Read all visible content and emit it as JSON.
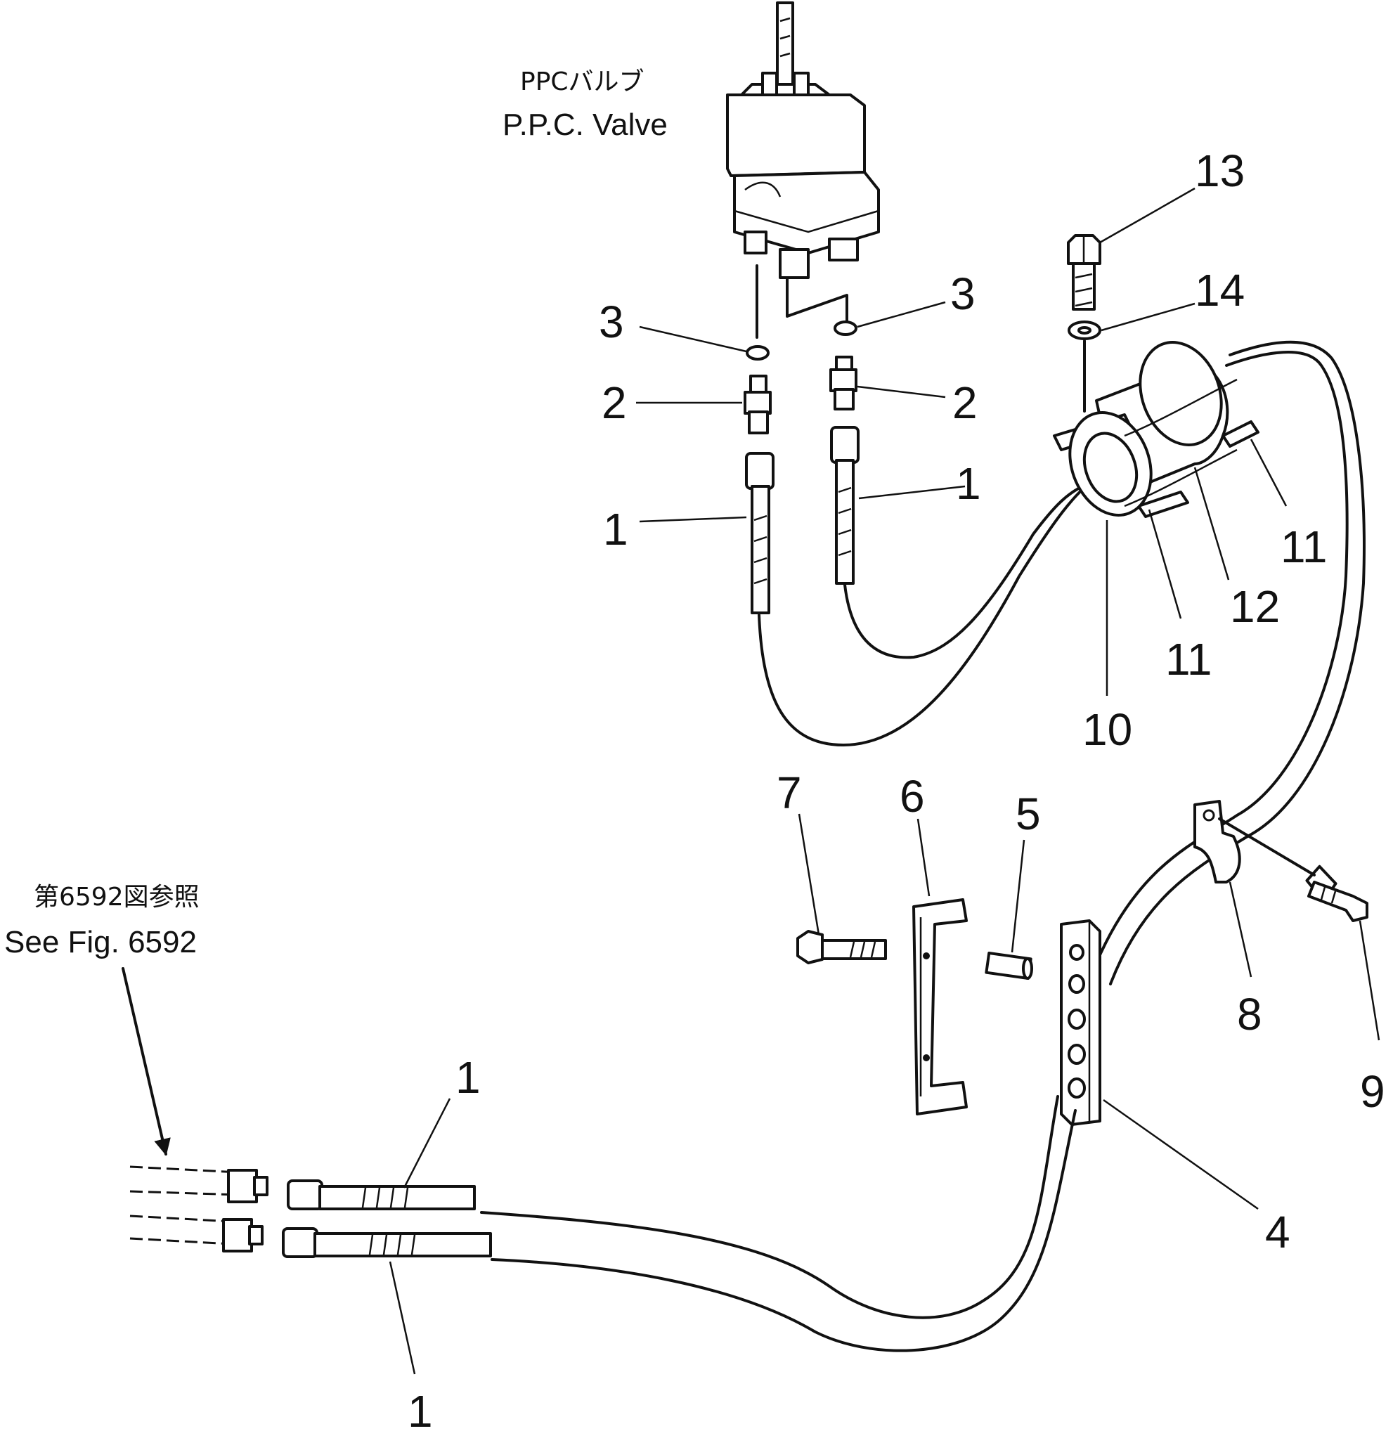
{
  "callouts": {
    "ppc_jp": "PPCバルブ",
    "ppc_en": "P.P.C. Valve",
    "see_jp": "第6592図参照",
    "see_en": "See Fig. 6592"
  },
  "parts": [
    {
      "id": "p1a",
      "number": "1"
    },
    {
      "id": "p1b",
      "number": "1"
    },
    {
      "id": "p1c",
      "number": "1"
    },
    {
      "id": "p1d",
      "number": "1"
    },
    {
      "id": "p2a",
      "number": "2"
    },
    {
      "id": "p2b",
      "number": "2"
    },
    {
      "id": "p3a",
      "number": "3"
    },
    {
      "id": "p3b",
      "number": "3"
    },
    {
      "id": "p4",
      "number": "4"
    },
    {
      "id": "p5",
      "number": "5"
    },
    {
      "id": "p6",
      "number": "6"
    },
    {
      "id": "p7",
      "number": "7"
    },
    {
      "id": "p8",
      "number": "8"
    },
    {
      "id": "p9",
      "number": "9"
    },
    {
      "id": "p10",
      "number": "10"
    },
    {
      "id": "p11a",
      "number": "11"
    },
    {
      "id": "p11b",
      "number": "11"
    },
    {
      "id": "p12",
      "number": "12"
    },
    {
      "id": "p13",
      "number": "13"
    },
    {
      "id": "p14",
      "number": "14"
    }
  ]
}
